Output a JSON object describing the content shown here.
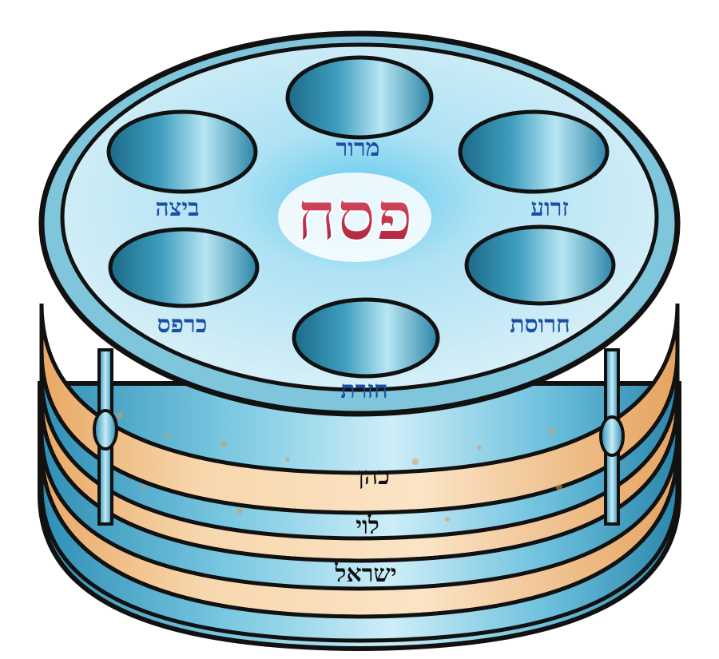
{
  "title": "פסח",
  "plate_labels": {
    "maror": "מרור",
    "zeroa": "זרוע",
    "beitzah": "ביצה",
    "karpas": "כרפס",
    "charoset": "חרוסת",
    "chazeret": "חזרת"
  },
  "tier_labels": {
    "kohen": "כהן",
    "levi": "לוי",
    "yisrael": "ישראל"
  },
  "colors": {
    "outline": "#111111",
    "plate_rim": "#7fc6dc",
    "plate_face": "#d9f0f8",
    "plate_glow": "#5ec8ee",
    "bowl_dark": "#1f6f8c",
    "bowl_light": "#8fd3e8",
    "label_blue": "#1a4fa3",
    "title_red": "#c0263f",
    "matzah": "#f6cfa0",
    "matzah_dark": "#d99a5c",
    "tier_band": "#4aa7c9"
  }
}
